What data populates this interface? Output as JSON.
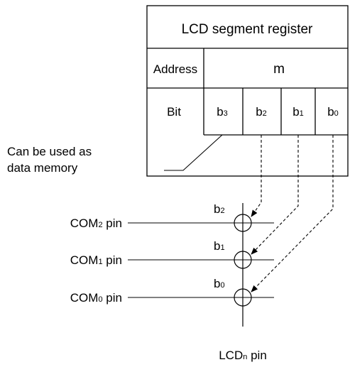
{
  "register": {
    "title": "LCD segment register",
    "address_label": "Address",
    "address_value": "m",
    "bit_label": "Bit",
    "bits": [
      {
        "base": "b",
        "sub": "3"
      },
      {
        "base": "b",
        "sub": "2"
      },
      {
        "base": "b",
        "sub": "1"
      },
      {
        "base": "b",
        "sub": "0"
      }
    ]
  },
  "annotation": {
    "line1": "Can be used as",
    "line2": "data memory"
  },
  "com_pins": [
    {
      "base": "COM",
      "sub": "2",
      "suffix": " pin",
      "bit_base": "b",
      "bit_sub": "2"
    },
    {
      "base": "COM",
      "sub": "1",
      "suffix": " pin",
      "bit_base": "b",
      "bit_sub": "1"
    },
    {
      "base": "COM",
      "sub": "0",
      "suffix": " pin",
      "bit_base": "b",
      "bit_sub": "0"
    }
  ],
  "lcd_pin": {
    "base": "LCD",
    "sub": "n",
    "suffix": " pin"
  }
}
